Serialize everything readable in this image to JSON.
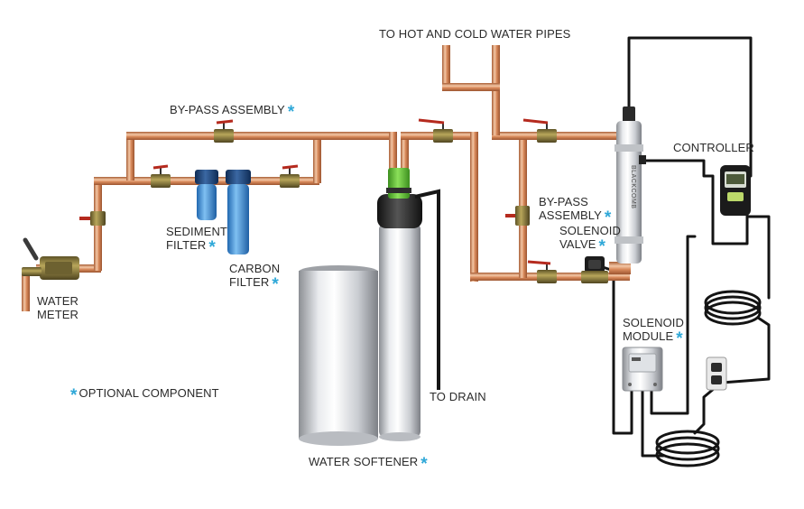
{
  "labels": {
    "water_pipes": "TO HOT AND COLD WATER PIPES",
    "bypass_top": "BY-PASS ASSEMBLY",
    "bypass_right_l1": "BY-PASS",
    "bypass_right_l2": "ASSEMBLY",
    "controller": "CONTROLLER",
    "sediment_l1": "SEDIMENT",
    "sediment_l2": "FILTER",
    "carbon_l1": "CARBON",
    "carbon_l2": "FILTER",
    "solenoid_valve_l1": "SOLENOID",
    "solenoid_valve_l2": "VALVE",
    "water_meter_l1": "WATER",
    "water_meter_l2": "METER",
    "solenoid_module_l1": "SOLENOID",
    "solenoid_module_l2": "MODULE",
    "optional_component": "OPTIONAL COMPONENT",
    "to_drain": "TO DRAIN",
    "water_softener": "WATER SOFTENER",
    "asterisk": "*",
    "uv_brand": "BLACKCOMB"
  },
  "colors": {
    "copper": "#d98a5c",
    "copper_light": "#f3c7a6",
    "copper_dark": "#a85e35",
    "brass": "#8a7a3c",
    "valve_red": "#b52a1e",
    "filter_blue": "#3d8fd9",
    "softener_green": "#5fbf35",
    "accent_asterisk": "#2fa8d8",
    "cable": "#141414"
  }
}
